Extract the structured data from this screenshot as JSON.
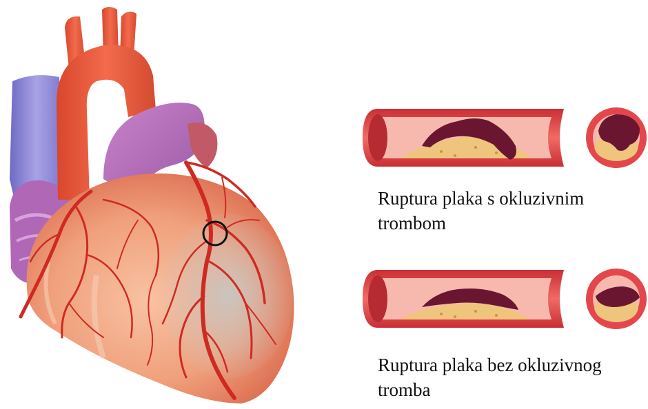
{
  "captions": {
    "occlusive": {
      "line1": "Ruptura plaka s okluzivnim",
      "line2": "trombom"
    },
    "non_occlusive": {
      "line1": "Ruptura plaka bez okluzivnog",
      "line2": "tromba"
    }
  },
  "colors": {
    "heart_base": "#e87a58",
    "heart_light": "#f6b99a",
    "vein_blue": "#8f86d6",
    "atrium_purple": "#b56fb8",
    "artery_red": "#d3261f",
    "vessel_wall": "#e3464a",
    "vessel_lumen": "#f5b2a6",
    "plaque_yellow": "#eec27a",
    "thrombus": "#6e1730",
    "marker": "#111111"
  },
  "icons": {
    "heart": "heart-illustration",
    "marker": "circle-marker",
    "vessel_section": "artery-longitudinal-section",
    "vessel_cross": "artery-cross-section"
  }
}
